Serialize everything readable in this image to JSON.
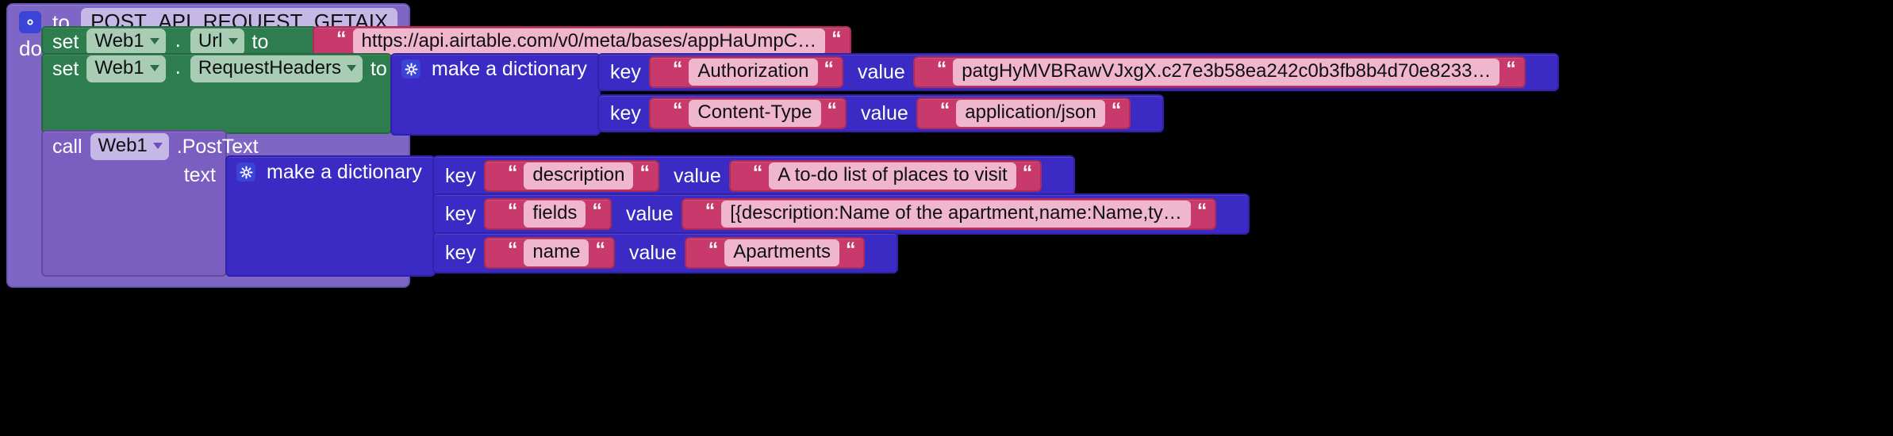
{
  "app": {
    "editor": "App Inventor Blocks Editor"
  },
  "procedure": {
    "mutator_icon": "gear-icon",
    "to_label": "to",
    "name": "POST_API_REQUEST_GETAIX",
    "do_label": "do"
  },
  "statements": [
    {
      "type": "setter",
      "set_label": "set",
      "component": "Web1",
      "property": "Url",
      "to_label": "to",
      "value_quote": "“",
      "value": "https://api.airtable.com/v0/meta/bases/appHaUmpC…"
    },
    {
      "type": "setter",
      "set_label": "set",
      "component": "Web1",
      "property": "RequestHeaders",
      "to_label": "to",
      "dictionary": {
        "mutator_icon": "gear-icon",
        "title": "make a dictionary",
        "pairs": [
          {
            "key_label": "key",
            "key_quote": "“",
            "key": "Authorization",
            "value_label": "value",
            "value_quote": "“",
            "value": "patgHyMVBRawVJxgX.c27e3b58ea242c0b3fb8b4d70e8233…"
          },
          {
            "key_label": "key",
            "key_quote": "“",
            "key": "Content-Type",
            "value_label": "value",
            "value_quote": "“",
            "value": "application/json"
          }
        ]
      }
    }
  ],
  "call_block": {
    "call_label": "call",
    "component": "Web1",
    "method": ".PostText",
    "arg_label": "text",
    "dictionary": {
      "mutator_icon": "gear-icon",
      "title": "make a dictionary",
      "pairs": [
        {
          "key_label": "key",
          "key_quote": "“",
          "key": "description",
          "value_label": "value",
          "value_quote": "“",
          "value": "A to-do list of places to visit"
        },
        {
          "key_label": "key",
          "key_quote": "“",
          "key": "fields",
          "value_label": "value",
          "value_quote": "“",
          "value": "[{description:Name of the apartment,name:Name,ty…"
        },
        {
          "key_label": "key",
          "key_quote": "“",
          "key": "name",
          "value_label": "value",
          "value_quote": "“",
          "value": "Apartments"
        }
      ]
    }
  },
  "colors": {
    "background": "#000000",
    "procedure": "#7d66c4",
    "setter": "#2e7d4f",
    "text_block": "#c83a6b",
    "text_field": "#f0b6cb",
    "dictionary": "#3b2bc4",
    "call": "#7b5fc0",
    "gear_badge": "#3b44d6"
  }
}
